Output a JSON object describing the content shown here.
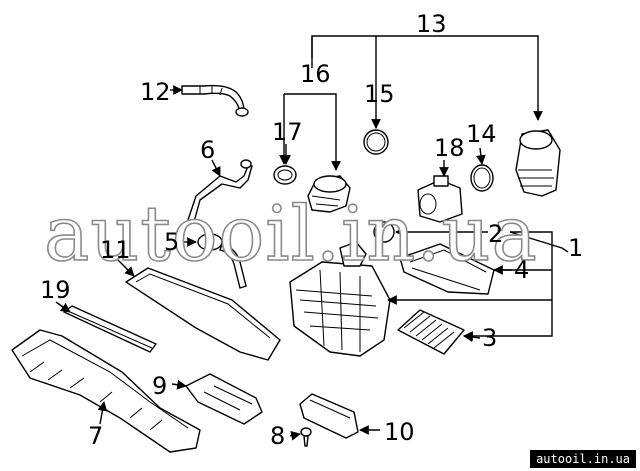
{
  "callouts": {
    "c1": "1",
    "c2": "2",
    "c3": "3",
    "c4": "4",
    "c5": "5",
    "c6": "6",
    "c7": "7",
    "c8": "8",
    "c9": "9",
    "c10": "10",
    "c11": "11",
    "c12": "12",
    "c13": "13",
    "c14": "14",
    "c15": "15",
    "c16": "16",
    "c17": "17",
    "c18": "18",
    "c19": "19"
  },
  "watermark": {
    "text": "autooil.in.ua",
    "color": "#8a8a8a"
  },
  "site_badge": {
    "text": "autooil.in.ua",
    "background": "#000000",
    "color": "#ffffff"
  }
}
